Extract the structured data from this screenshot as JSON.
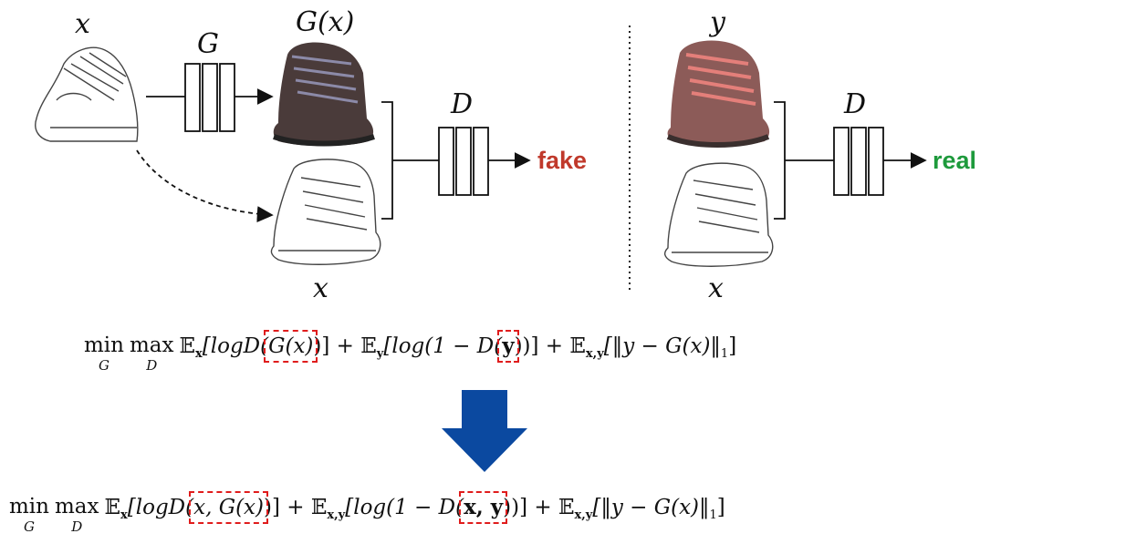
{
  "labels": {
    "x_input": "x",
    "generator": "G",
    "generated": "G(x)",
    "x_below_left": "x",
    "discriminator_left": "D",
    "fake": "fake",
    "y_real": "y",
    "discriminator_right": "D",
    "real": "real",
    "x_below_right": "x"
  },
  "equations": {
    "top": {
      "min": "min",
      "min_sub": "G",
      "max": "max",
      "max_sub": "D",
      "t1_E": "𝔼",
      "t1_sub": "x",
      "t1_open": "[logD(",
      "t1_boxed": "G(x)",
      "t1_close": ")]",
      "plus1": "+",
      "t2_E": "𝔼",
      "t2_sub": "y",
      "t2_open": "[log(1 − D(",
      "t2_boxed": "y",
      "t2_close": "))]",
      "plus2": "+",
      "t3_E": "𝔼",
      "t3_sub": "x,y",
      "t3_body": "[‖y − G(x)‖",
      "t3_norm_sub": "1",
      "t3_end": "]"
    },
    "bottom": {
      "min": "min",
      "min_sub": "G",
      "max": "max",
      "max_sub": "D",
      "t1_E": "𝔼",
      "t1_sub": "x",
      "t1_open": "[logD(",
      "t1_boxed": "x, G(x)",
      "t1_close": ")]",
      "plus1": "+",
      "t2_E": "𝔼",
      "t2_sub": "x,y",
      "t2_open": "[log(1 − D(",
      "t2_boxed": "x, y",
      "t2_close": "))]",
      "plus2": "+",
      "t3_E": "𝔼",
      "t3_sub": "x,y",
      "t3_body": "[‖y − G(x)‖",
      "t3_norm_sub": "1",
      "t3_end": "]"
    }
  },
  "colors": {
    "fake": "#c0392b",
    "real": "#1e9a3c",
    "arrow_blue": "#0b49a0",
    "dashed_box": "#e01c1c",
    "shoe_dark": "#4a3b3a",
    "shoe_pink": "#a86a68"
  }
}
